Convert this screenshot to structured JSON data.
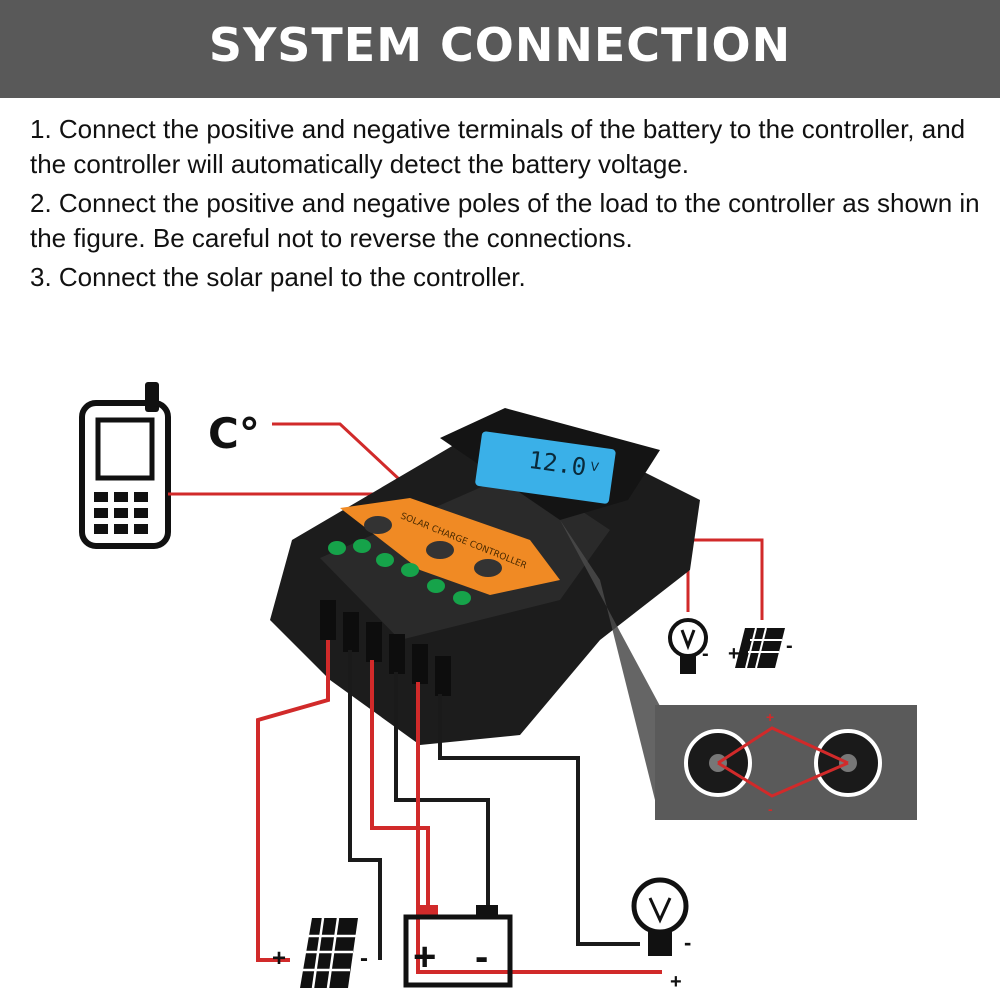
{
  "header": {
    "title": "SYSTEM CONNECTION"
  },
  "steps": [
    {
      "text": "1. Connect the positive and negative terminals of the battery to the controller, and the controller will automatically detect the battery voltage."
    },
    {
      "text": "2. Connect the positive and negative poles of the load to the controller as shown in the figure. Be careful not to reverse the connections."
    },
    {
      "text": "3. Connect the solar panel to the controller."
    }
  ],
  "diagram": {
    "temp_symbol": "C°",
    "lcd_reading": "12.0",
    "lcd_unit": "V",
    "controller_label": "SOLAR CHARGE CONTROLLER",
    "solar_plus": "+",
    "solar_minus": "-",
    "battery_plus": "+",
    "battery_minus": "-",
    "load_plus": "+",
    "load_minus": "-",
    "usb_plus": "+",
    "usb_minus": "-",
    "small_load_minus": "-",
    "small_panel_plus": "+",
    "small_panel_minus": "-"
  },
  "colors": {
    "header_bg": "#595959",
    "wire_red": "#d12a2a",
    "wire_black": "#1a1a1a",
    "accent_orange": "#f08a24",
    "lcd_blue": "#3ab0e8"
  }
}
